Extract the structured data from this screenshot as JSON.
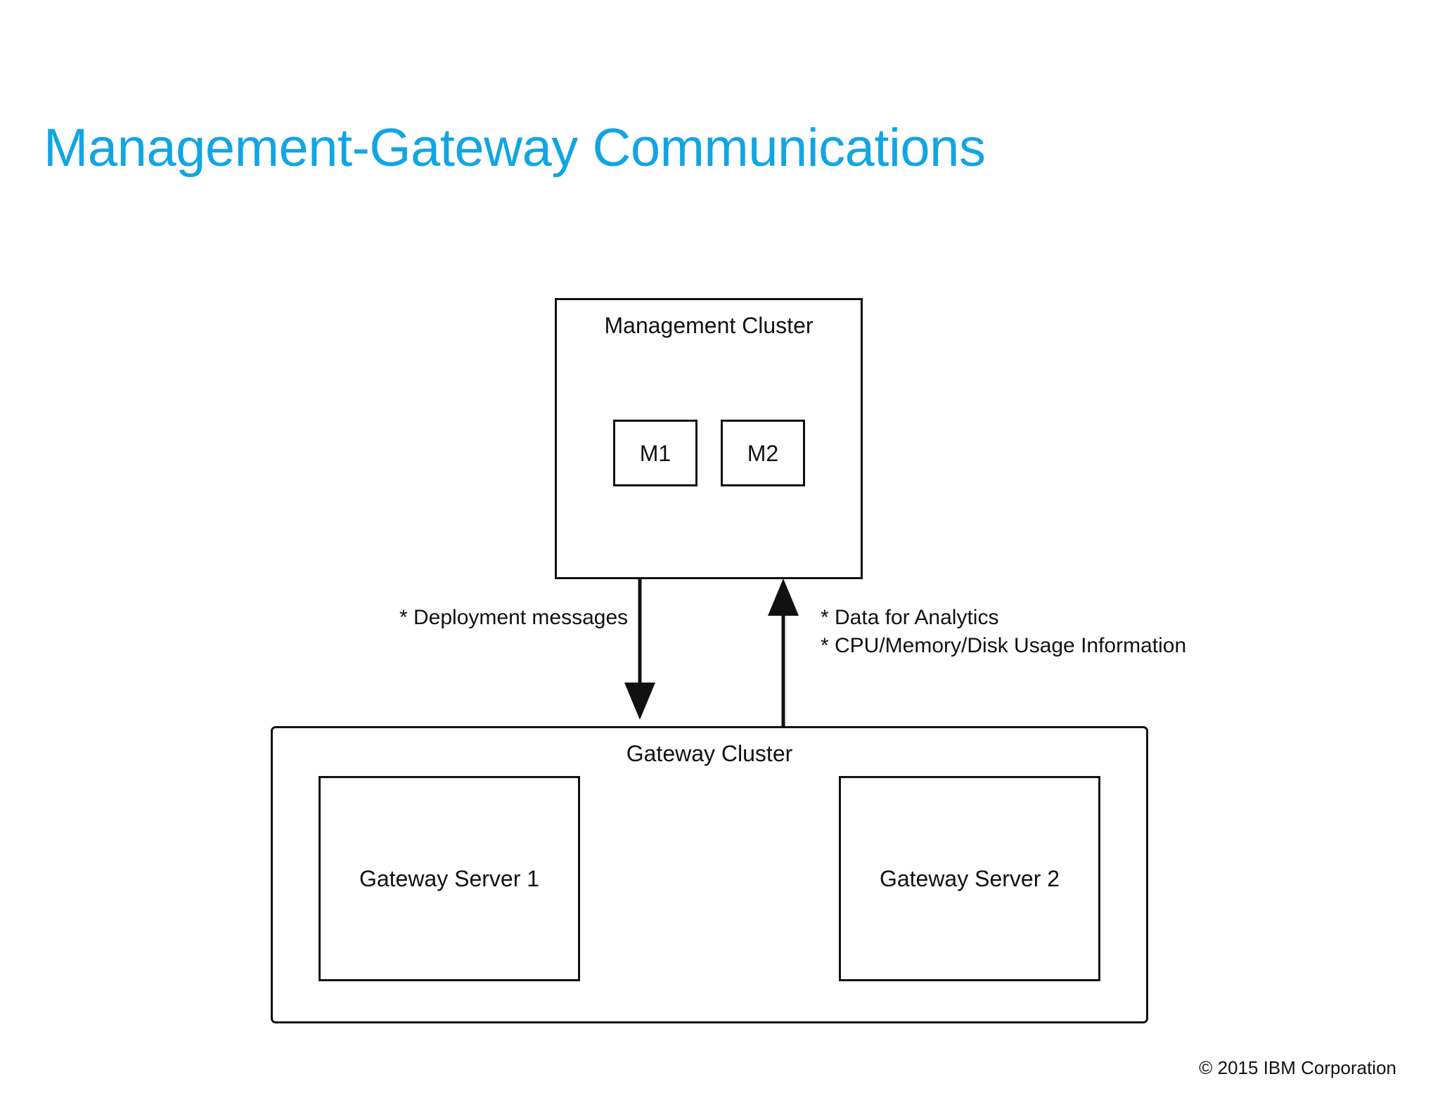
{
  "slide": {
    "title": "Management-Gateway Communications",
    "title_color": "#12A5E3",
    "background_color": "#FFFFFF",
    "stroke_color": "#111111"
  },
  "management_cluster": {
    "label": "Management Cluster",
    "nodes": [
      {
        "label": "M1"
      },
      {
        "label": "M2"
      }
    ]
  },
  "gateway_cluster": {
    "label": "Gateway Cluster",
    "servers": [
      {
        "label": "Gateway Server 1"
      },
      {
        "label": "Gateway Server 2"
      }
    ]
  },
  "flows": {
    "downstream": {
      "direction": "management-to-gateway",
      "label": "* Deployment messages"
    },
    "upstream": {
      "direction": "gateway-to-management",
      "line1": "* Data for Analytics",
      "line2": "* CPU/Memory/Disk Usage Information"
    }
  },
  "footer": {
    "copyright": "© 2015 IBM Corporation"
  }
}
